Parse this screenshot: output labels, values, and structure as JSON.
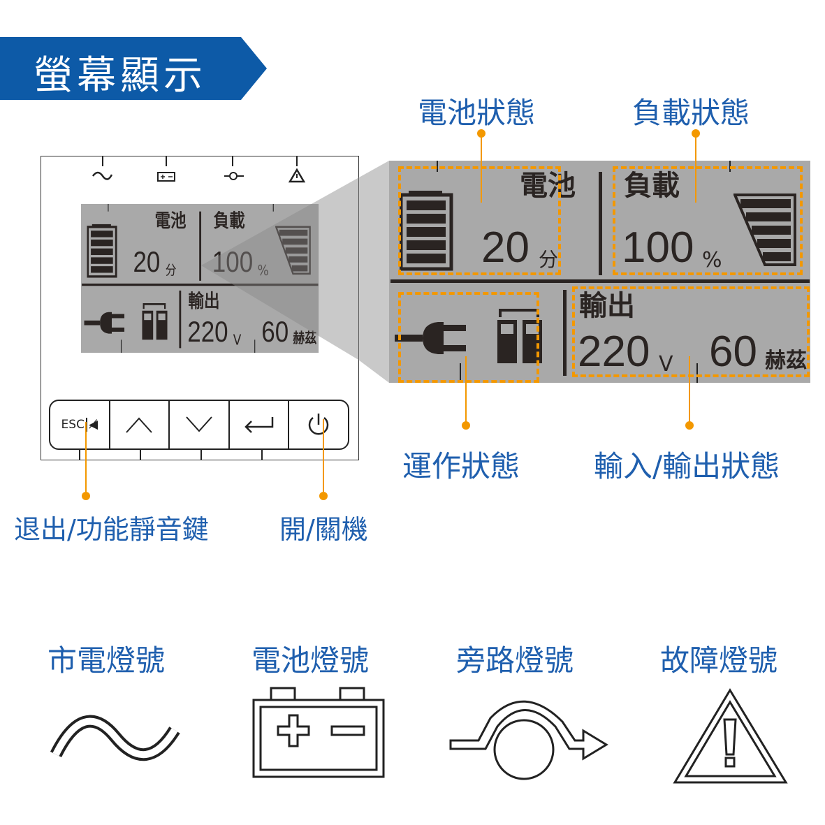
{
  "title": "螢幕顯示",
  "callouts": {
    "battery_status": "電池狀態",
    "load_status": "負載狀態",
    "operation_status": "運作狀態",
    "io_status": "輸入/輸出狀態",
    "esc_mute": "退出/功能靜音鍵",
    "power": "開/關機"
  },
  "lcd": {
    "battery_label": "電池",
    "battery_value": "20",
    "battery_unit": "分",
    "load_label": "負載",
    "load_value": "100",
    "load_unit": "%",
    "output_label": "輸出",
    "voltage_value": "220",
    "voltage_unit": "V",
    "frequency_value": "60",
    "frequency_unit": "赫茲"
  },
  "keys": {
    "esc": "ESC"
  },
  "indicators": [
    {
      "label": "市電燈號",
      "icon": "sine-wave-icon"
    },
    {
      "label": "電池燈號",
      "icon": "battery-icon"
    },
    {
      "label": "旁路燈號",
      "icon": "bypass-icon"
    },
    {
      "label": "故障燈號",
      "icon": "warning-icon"
    }
  ],
  "colors": {
    "brand": "#0d5aa7",
    "accent": "#f39800",
    "lcd": "#a9a9a9"
  }
}
